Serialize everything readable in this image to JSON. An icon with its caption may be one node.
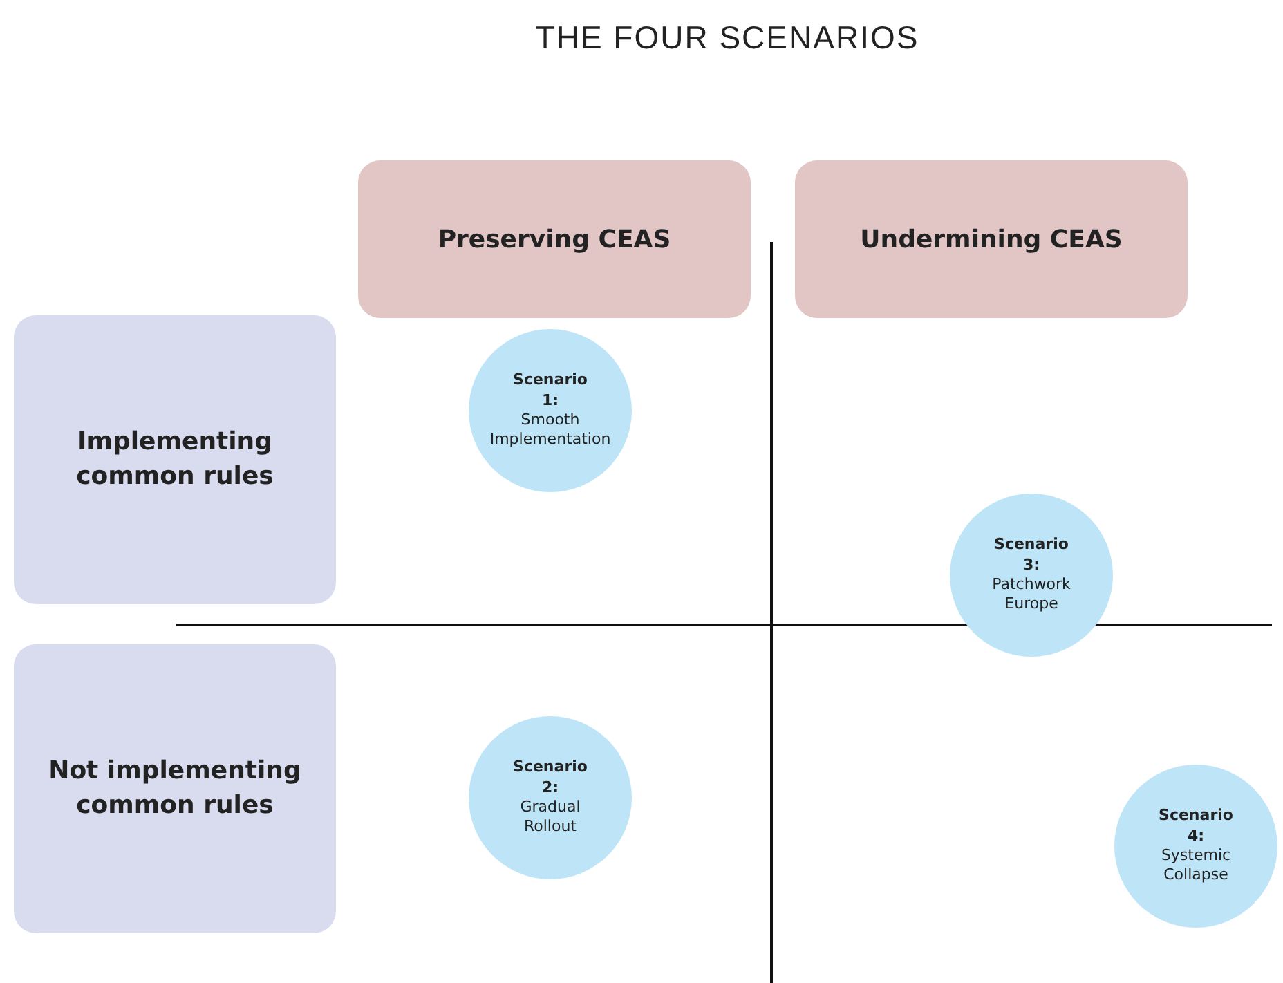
{
  "diagram": {
    "title": "THE FOUR SCENARIOS",
    "nodes": [
      {
        "text": [
          "Preserving CEAS"
        ]
      },
      {
        "text": [
          "Undermining CEAS"
        ]
      },
      {
        "text": [
          "Implementing common rules"
        ]
      },
      {
        "text": [
          "Not implementing common rules"
        ]
      },
      {
        "text": [
          "Scenario 1:",
          "Smooth Implementation"
        ]
      },
      {
        "text": [
          "Scenario 3:",
          "Patchwork Europe"
        ]
      },
      {
        "text": [
          "Scenario 2:",
          "Gradual Rollout"
        ]
      },
      {
        "text": [
          "Scenario 4:",
          "Systemic Collapse"
        ]
      }
    ]
  }
}
